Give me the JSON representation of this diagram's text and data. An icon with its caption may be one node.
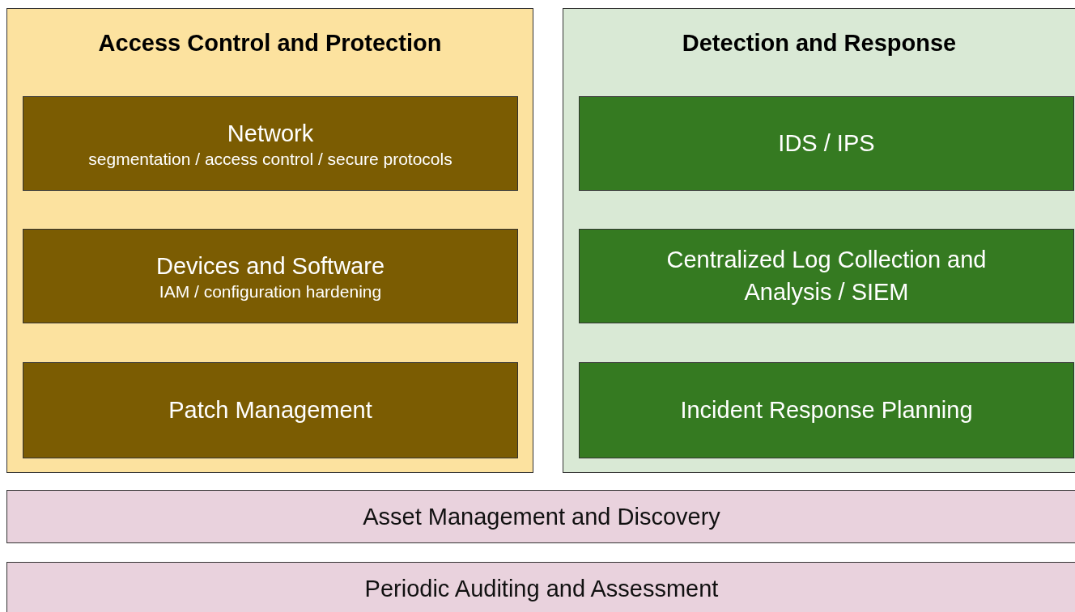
{
  "diagram": {
    "nodes": [
      {
        "text": [
          "Access Control and Protection"
        ]
      },
      {
        "text": [
          "Network",
          "segmentation / access control / secure protocols"
        ],
        "in": 0
      },
      {
        "text": [
          "Devices and Software",
          "IAM / configuration hardening"
        ],
        "in": 0
      },
      {
        "text": [
          "Patch Management"
        ],
        "in": 0
      },
      {
        "text": [
          "Detection and Response"
        ]
      },
      {
        "text": [
          "IDS / IPS"
        ],
        "in": 4
      },
      {
        "text": [
          "Centralized Log Collection and Analysis / SIEM"
        ],
        "in": 4
      },
      {
        "text": [
          "Incident Response Planning"
        ],
        "in": 4
      },
      {
        "text": [
          "Asset Management and Discovery"
        ]
      },
      {
        "text": [
          "Periodic Auditing and Assessment"
        ]
      }
    ]
  }
}
